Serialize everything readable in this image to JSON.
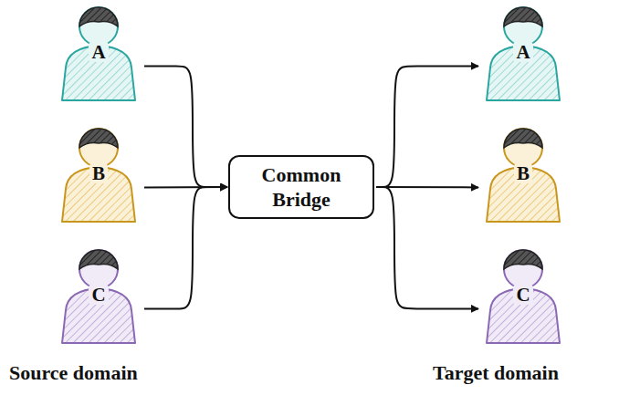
{
  "diagram": {
    "nodes": [
      {
        "text": [
          "A"
        ]
      },
      {
        "text": [
          "B"
        ]
      },
      {
        "text": [
          "C"
        ]
      },
      {
        "text": [
          "Common Bridge"
        ]
      },
      {
        "text": [
          "A"
        ]
      },
      {
        "text": [
          "B"
        ]
      },
      {
        "text": [
          "C"
        ]
      }
    ],
    "edges": [
      {
        "from": 0,
        "to": 3,
        "arrow": "to"
      },
      {
        "from": 1,
        "to": 3,
        "arrow": "to"
      },
      {
        "from": 2,
        "to": 3,
        "arrow": "to"
      },
      {
        "from": 3,
        "to": 4,
        "arrow": "to"
      },
      {
        "from": 3,
        "to": 5,
        "arrow": "to"
      },
      {
        "from": 3,
        "to": 6,
        "arrow": "to"
      }
    ],
    "labels": [
      "Source domain",
      "Target domain"
    ]
  }
}
